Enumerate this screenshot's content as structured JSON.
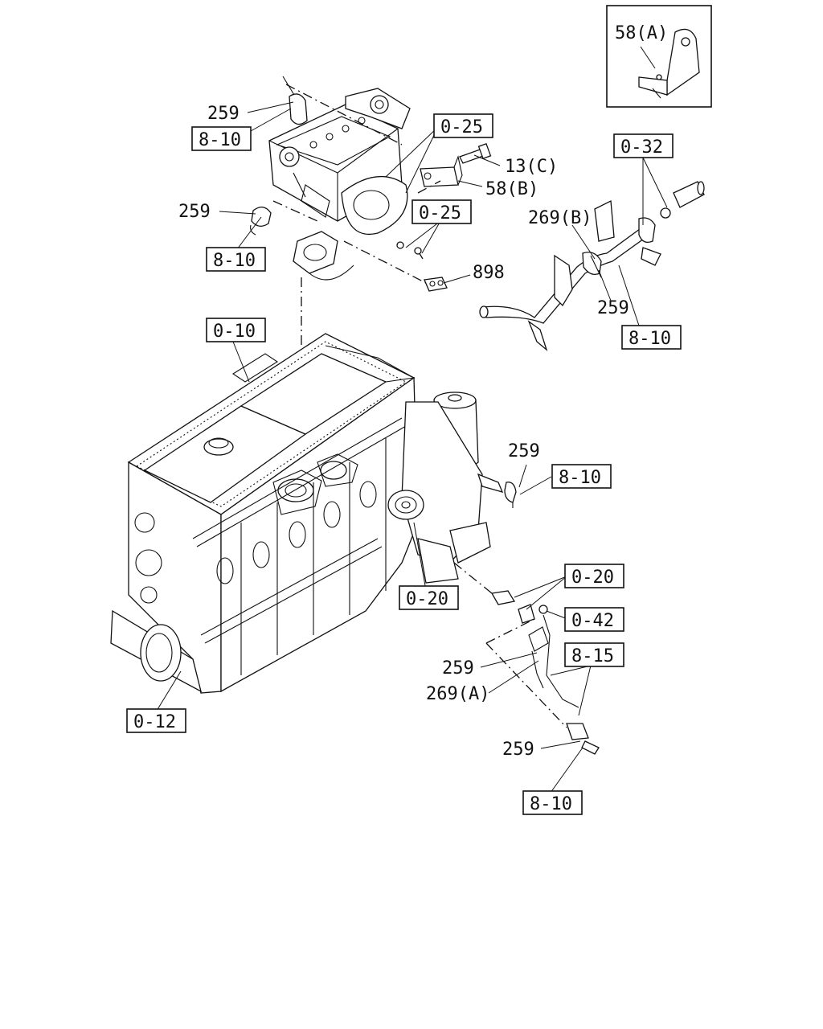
{
  "callouts": {
    "inset_58a": "58(A)",
    "hose_259_top": "259",
    "ref_810_top": "8-10",
    "ref_025_top": "0-25",
    "bolt_13c": "13(C)",
    "bracket_58b": "58(B)",
    "ref_025_mid": "0-25",
    "hose_259_left": "259",
    "ref_810_left": "8-10",
    "clip_898": "898",
    "ref_032": "0-32",
    "clamp_269b": "269(B)",
    "hose_259_right": "259",
    "ref_810_right": "8-10",
    "ref_010": "0-10",
    "hose_259_pump": "259",
    "ref_810_pump": "8-10",
    "ref_020_right": "0-20",
    "ref_020_body": "0-20",
    "ref_042": "0-42",
    "ref_815": "8-15",
    "hose_259_lower": "259",
    "clamp_269a": "269(A)",
    "hose_259_bottom": "259",
    "ref_810_bottom": "8-10",
    "ref_012": "0-12"
  }
}
